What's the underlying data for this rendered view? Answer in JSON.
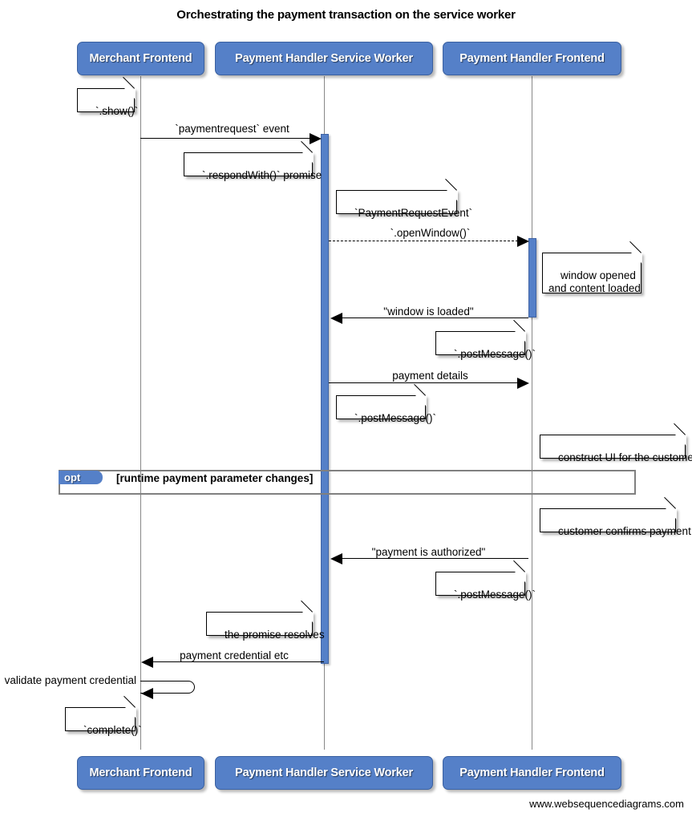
{
  "title": "Orchestrating the payment transaction on the service worker",
  "footer": "www.websequencediagrams.com",
  "colors": {
    "participant_fill": "#5580c8",
    "participant_text": "#ffffff",
    "activation_fill": "#5580c8",
    "fragment_border": "#808080",
    "lifeline": "#888888",
    "note_fill": "#ffffff",
    "line": "#000000"
  },
  "participants": [
    {
      "id": "merchant",
      "label": "Merchant Frontend"
    },
    {
      "id": "sw",
      "label": "Payment Handler Service Worker"
    },
    {
      "id": "phfe",
      "label": "Payment Handler Frontend"
    }
  ],
  "participants_bottom": [
    {
      "id": "merchant",
      "label": "Merchant Frontend"
    },
    {
      "id": "sw",
      "label": "Payment Handler Service Worker"
    },
    {
      "id": "phfe",
      "label": "Payment Handler Frontend"
    }
  ],
  "messages": [
    {
      "id": "m1",
      "label": "`paymentrequest` event",
      "from": "merchant",
      "to": "sw",
      "style": "solid",
      "direction": "right"
    },
    {
      "id": "m2",
      "label": "`.openWindow()`",
      "from": "sw",
      "to": "phfe",
      "style": "dashed",
      "direction": "right"
    },
    {
      "id": "m3",
      "label": "\"window is loaded\"",
      "from": "phfe",
      "to": "sw",
      "style": "solid",
      "direction": "left"
    },
    {
      "id": "m4",
      "label": "payment details",
      "from": "sw",
      "to": "phfe",
      "style": "solid",
      "direction": "right"
    },
    {
      "id": "m5",
      "label": "\"payment is authorized\"",
      "from": "phfe",
      "to": "sw",
      "style": "solid",
      "direction": "left"
    },
    {
      "id": "m6",
      "label": "payment credential etc",
      "from": "sw",
      "to": "merchant",
      "style": "solid",
      "direction": "left"
    },
    {
      "id": "m7",
      "label": "validate payment credential",
      "from": "merchant",
      "to": "merchant",
      "style": "self",
      "direction": "self"
    }
  ],
  "notes": [
    {
      "id": "n1",
      "text": "`.show()`"
    },
    {
      "id": "n2",
      "text": "`.respondWith()` promise"
    },
    {
      "id": "n3",
      "text": "`PaymentRequestEvent`"
    },
    {
      "id": "n4",
      "text": "window opened\nand content loaded"
    },
    {
      "id": "n5",
      "text": "`.postMessage()`"
    },
    {
      "id": "n6",
      "text": "`.postMessage()`"
    },
    {
      "id": "n7",
      "text": "construct UI for the customer"
    },
    {
      "id": "n8",
      "text": "customer confirms payment"
    },
    {
      "id": "n9",
      "text": "`.postMessage()`"
    },
    {
      "id": "n10",
      "text": "the promise resolves"
    },
    {
      "id": "n11",
      "text": "`complete()`"
    }
  ],
  "fragment": {
    "type": "opt",
    "tab_label": "opt",
    "condition": "[runtime payment parameter changes]"
  }
}
